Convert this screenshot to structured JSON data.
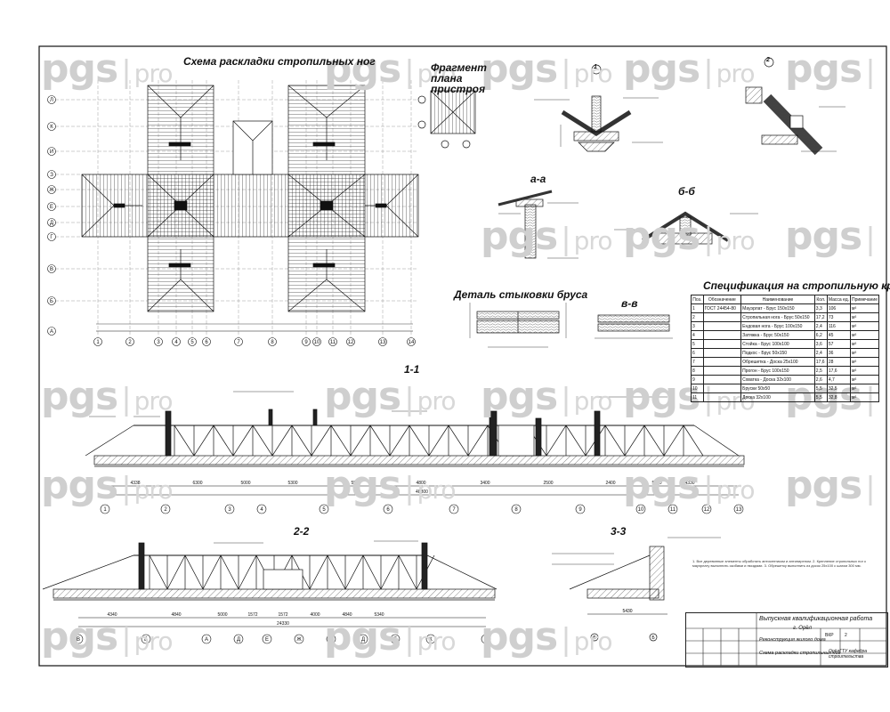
{
  "watermark": {
    "brand": "pgs",
    "separator": "|",
    "suffix": "pro"
  },
  "titles": {
    "rafter_layout": "Схема раскладки стропильных ног",
    "annex_plan": "Фрагмент плана пристроя",
    "section_aa": "а-а",
    "section_bb": "б-б",
    "section_vv": "в-в",
    "beam_joint": "Деталь стыковки бруса",
    "spec": "Спецификация на стропильную кровлю",
    "section_11": "1-1",
    "section_22": "2-2",
    "section_33": "3-3"
  },
  "callouts": {
    "node1": "1",
    "node2": "2"
  },
  "grid": {
    "plan_rows": [
      "Л",
      "К",
      "И",
      "З",
      "Ж",
      "Е",
      "Д",
      "Г",
      "В",
      "Б",
      "А"
    ],
    "plan_cols": [
      "1",
      "2",
      "3",
      "4",
      "5",
      "6",
      "7",
      "8",
      "9",
      "10",
      "11",
      "12",
      "13",
      "14"
    ],
    "sec11_axes": [
      "1",
      "2",
      "3",
      "4",
      "5",
      "6",
      "7",
      "8",
      "9",
      "10",
      "11",
      "12",
      "13",
      "14"
    ],
    "sec22_axes": [
      "В",
      "Б",
      "А",
      "Д",
      "Е",
      "Ж",
      "Г",
      "Д",
      "Е",
      "К",
      "Л"
    ]
  },
  "spec": {
    "headers": [
      "Поз.",
      "Обозначение",
      "Наименование",
      "Кол.",
      "Масса ед.",
      "Примечание"
    ],
    "rows": [
      [
        "1",
        "ГОСТ 24454-80",
        "Мауэрлат - Брус 150х150",
        "3,3",
        "106",
        "м³"
      ],
      [
        "2",
        "",
        "Стропильная нога - Брус 50х150",
        "17,2",
        "73",
        "м³"
      ],
      [
        "3",
        "",
        "Ендовая нога - Брус 100х150",
        "2,4",
        "116",
        "м³"
      ],
      [
        "4",
        "",
        "Затяжка - Брус 50х150",
        "6,2",
        "45",
        "м³"
      ],
      [
        "5",
        "",
        "Стойка - Брус 100х100",
        "3,6",
        "57",
        "м³"
      ],
      [
        "6",
        "",
        "Подкос - Брус 50х150",
        "2,4",
        "36",
        "м³"
      ],
      [
        "7",
        "",
        "Обрешетка - Доска 25х100",
        "17,6",
        "28",
        "м³"
      ],
      [
        "8",
        "",
        "Прогон - Брус 100х150",
        "2,5",
        "17,6",
        "м³"
      ],
      [
        "9",
        "",
        "Схватка - Доска 32х100",
        "2,6",
        "4,7",
        "м³"
      ],
      [
        "10",
        "",
        "Бруски 50х50",
        "5,5",
        "32,5",
        "м³"
      ],
      [
        "11",
        "",
        "Доска 32х100",
        "5,5",
        "32,8",
        "м³"
      ]
    ]
  },
  "dimensions": {
    "sec11": [
      "4338",
      "6300",
      "5000",
      "5300",
      "5500",
      "4800",
      "3400",
      "2500",
      "2400",
      "5300",
      "4330"
    ],
    "sec11_total": "48800",
    "sec22": [
      "4340",
      "4840",
      "5000",
      "1572",
      "1572",
      "4000",
      "4840",
      "5340"
    ],
    "sec22_total": "24330",
    "sec33": "5430"
  },
  "stamp": {
    "org": "Выпускная квалификационная работа",
    "subtitle": "г. Орёл",
    "name1": "Реконструкция жилого дома",
    "name2": "Схема раскладки стропильных ног",
    "stage": "ВКР",
    "sheet": "2",
    "company": "ОрёлГТУ кафедра строительства"
  },
  "notes": "1. Все деревянные элементы обработать антисептиком и антипиреном. 2. Крепление стропильных ног к мауэрлату выполнить скобами и гвоздями. 3. Обрешетку выполнить из досок 25х100 с шагом 300 мм."
}
